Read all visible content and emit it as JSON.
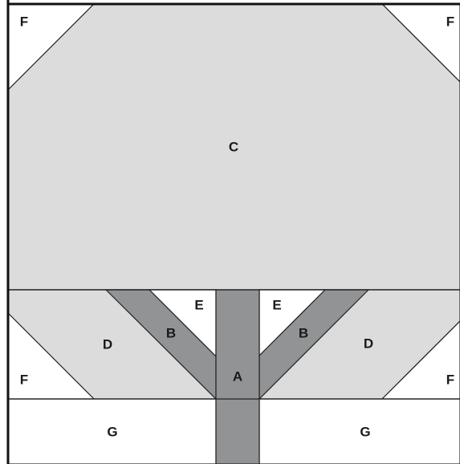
{
  "pieces": {
    "trunk": "A",
    "branch_left": "B",
    "branch_right": "B",
    "canopy": "C",
    "lower_canopy_left": "D",
    "lower_canopy_right": "D",
    "notch_left": "E",
    "notch_right": "E",
    "corner_top_left": "F",
    "corner_top_right": "F",
    "corner_bottom_left": "F",
    "corner_bottom_right": "F",
    "ground_left": "G",
    "ground_right": "G"
  },
  "colors": {
    "light_gray": "#dcdcdd",
    "dark_gray": "#929395",
    "white": "#ffffff",
    "outline": "#222222"
  }
}
